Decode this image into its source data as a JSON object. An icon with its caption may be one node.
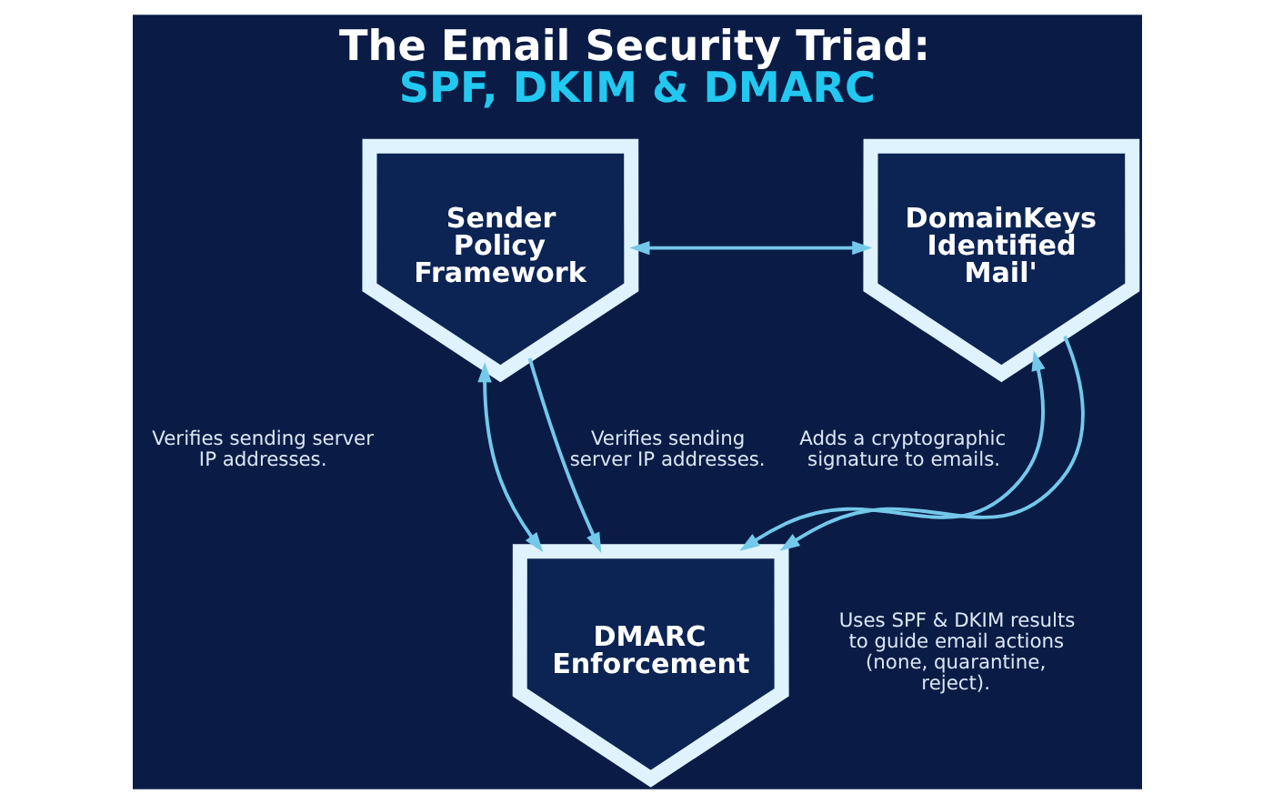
{
  "diagram": {
    "title": "The Email Security Triad: SPF, DKIM & DMARC",
    "nodes": [
      {
        "text": [
          "Sender Policy Framework"
        ],
        "beside": [
          "Verifies sending server IP addresses."
        ]
      },
      {
        "text": [
          "DomainKeys Identified Mail'"
        ],
        "beside": [
          "Adds a cryptographic signature to emails."
        ]
      },
      {
        "text": [
          "DMARC Enforcement"
        ],
        "beside": [
          "Uses SPF & DKIM results to guide email actions (none, quarantine, reject)."
        ]
      }
    ],
    "edges": [
      {
        "from": 0,
        "to": 1,
        "arrow": "both"
      },
      {
        "from": 0,
        "to": 2,
        "arrow": "both"
      },
      {
        "from": 1,
        "to": 2,
        "arrow": "both"
      },
      {
        "from": 0,
        "to": 2,
        "arrow": "to",
        "label": "Verifies sending server IP addresses."
      },
      {
        "from": 1,
        "to": 2,
        "arrow": "to"
      }
    ]
  }
}
